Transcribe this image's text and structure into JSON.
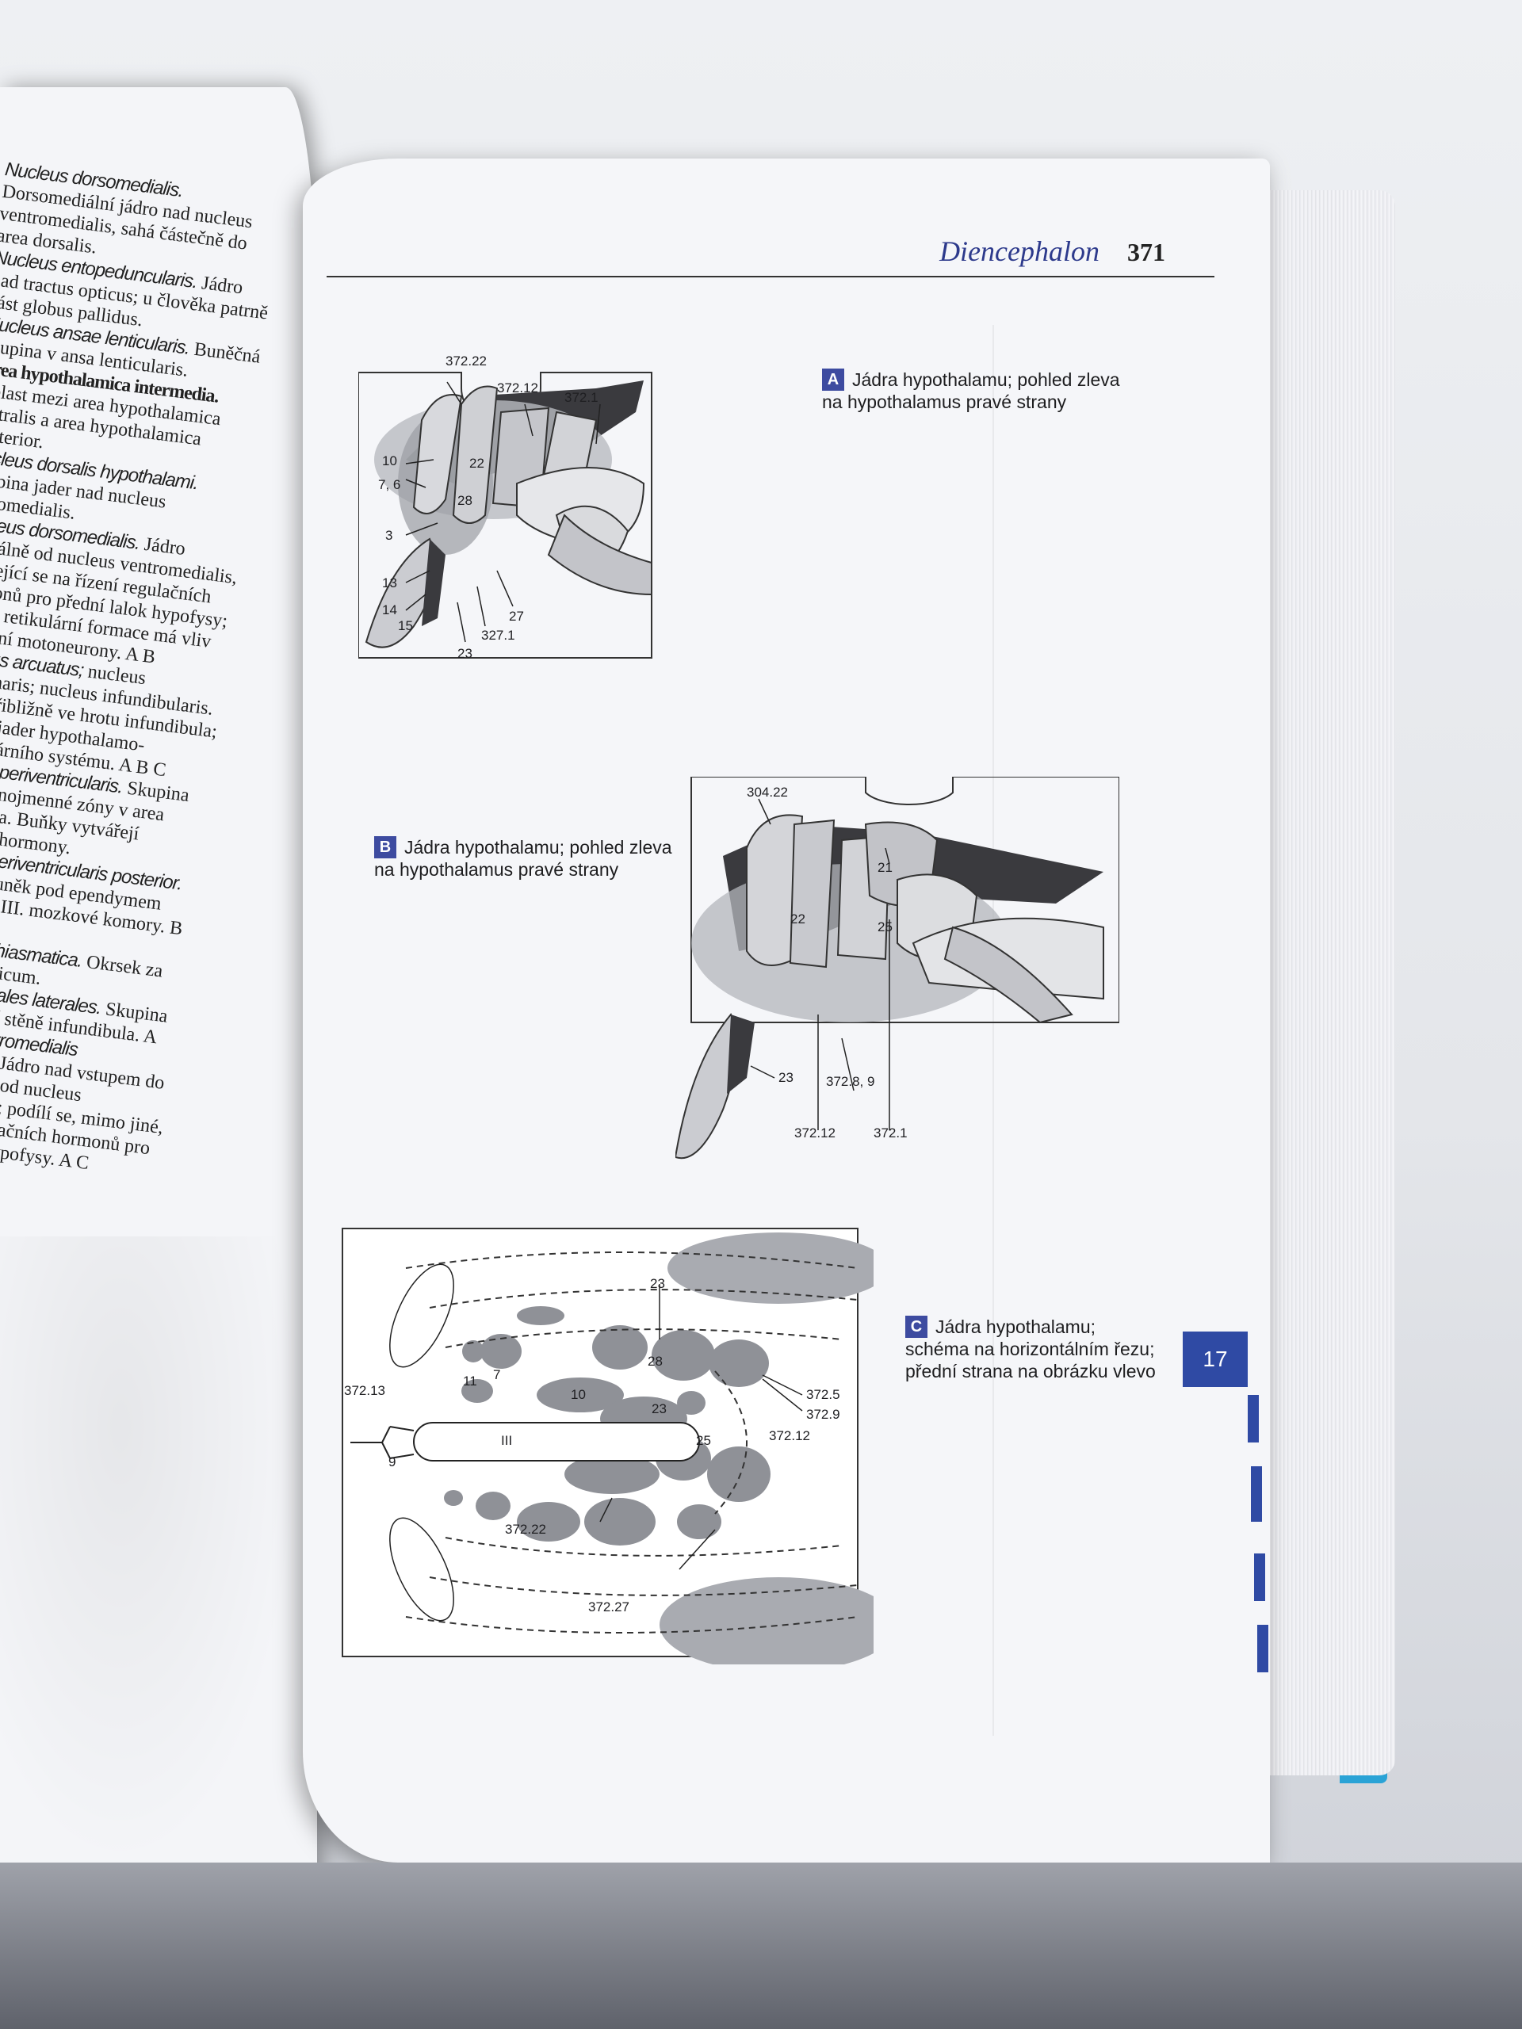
{
  "left_page": {
    "entries": [
      {
        "term": "Nucleus dorsomedialis.",
        "text": " Dorsomediální jádro nad nucleus ventromedialis, sahá částečně do area dorsalis."
      },
      {
        "term": "Nucleus entopeduncularis.",
        "text": " Jádro nad tractus opticus; u člověka patrně část globus pallidus."
      },
      {
        "term": "Nucleus ansae lenticularis.",
        "text": " Buněčná skupina v ansa lenticularis."
      },
      {
        "term": "Area hypothalamica intermedia.",
        "text": " Oblast mezi area hypothalamica rostralis a area hypothalamica posterior.",
        "bold": true
      },
      {
        "term": "Nucleus dorsalis hypothalami.",
        "text": " Skupina jader nad nucleus dorsomedialis."
      },
      {
        "term": "Nucleus dorsomedialis.",
        "text": " Jádro kraniálně od nucleus ventromedialis, podílející se na řízení regulačních hormonů pro přední lalok hypofysy; cestou retikulární formace má vliv na míšní motoneurony. A B"
      },
      {
        "term": "Nucleus arcuatus;",
        "text": " nucleus semilunaris; nucleus infundibularis. Jádro přibližně ve hrotu infundibula; jedno z jader hypothalamo-hypofysárního systému. A B C"
      },
      {
        "term": "Nucleus periventricularis.",
        "text": " Skupina jader stejnojmenné zóny v area intermedia. Buňky vytvářejí regulační hormony."
      },
      {
        "term": "Nucleus periventricularis posterior.",
        "text": " Skupina buněk pod ependymem zadní části III. mozkové komory. B C"
      },
      {
        "term": "Area retrochiasmatica.",
        "text": " Okrsek za chiasma opticum."
      },
      {
        "term": "Nuclei tuberales laterales.",
        "text": " Skupina jader v zadní stěně infundibula. A"
      },
      {
        "term": "Nucleus ventromedialis hypothalami.",
        "text": " Jádro nad vstupem do infundibula, pod nucleus dorsomedialis; podílí se, mimo jiné, na řízení regulačních hormonů pro přední lalok hypofysy. A C"
      }
    ]
  },
  "right_page": {
    "running_head": "Diencephalon",
    "page_number": "371",
    "section_tab": "17",
    "figure_a": {
      "letter": "A",
      "caption": "Jádra hypothalamu; pohled zleva na hypothalamus pravé strany",
      "labels": {
        "l1": "372.22",
        "l2": "372.12",
        "l3": "372.1",
        "l4": "10",
        "l5": "7, 6",
        "l6": "22",
        "l7": "28",
        "l8": "3",
        "l9": "13",
        "l10": "14",
        "l11": "15",
        "l12": "27",
        "l13": "327.1",
        "l14": "23"
      }
    },
    "figure_b": {
      "letter": "B",
      "caption": "Jádra hypothalamu; pohled zleva na hypothalamus pravé strany",
      "labels": {
        "l1": "304.22",
        "l2": "21",
        "l3": "22",
        "l4": "25",
        "l5": "23",
        "l6": "372.8, 9",
        "l7": "372.12",
        "l8": "372.1"
      }
    },
    "figure_c": {
      "letter": "C",
      "caption": "Jádra hypothalamu; schéma na horizontálním řezu; přední strana na obrázku vlevo",
      "labels": {
        "l1": "23",
        "l2": "28",
        "l3": "372.5",
        "l4": "372.9",
        "l5": "7",
        "l6": "11",
        "l7": "372.13",
        "l8": "10",
        "l9": "23",
        "l10": "III",
        "l11": "25",
        "l12": "372.12",
        "l13": "9",
        "l14": "372.22",
        "l15": "372.27"
      }
    }
  },
  "colors": {
    "accent_blue": "#3d4ba0",
    "running_head": "#2d3a8c",
    "cover": "#2aa3d6"
  }
}
